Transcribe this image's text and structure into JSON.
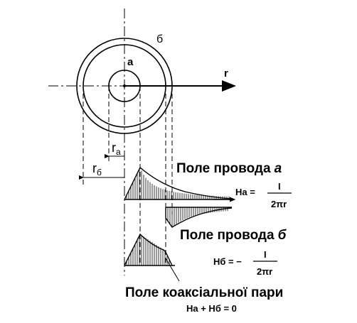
{
  "labels": {
    "inner_conductor": "a",
    "outer_conductor": "б",
    "radial_axis": "r",
    "radius_inner": "r",
    "radius_inner_sub": "a",
    "radius_outer": "r",
    "radius_outer_sub": "б"
  },
  "captions": {
    "field_a": "Поле провода",
    "field_a_letter": "a",
    "field_b": "Поле провода",
    "field_b_letter": "б",
    "field_pair": "Поле коаксіальної пари"
  },
  "formulas": {
    "Ha_lhs": "Ha =",
    "Ha_num": "I",
    "Ha_den": "2πr",
    "Hb_lhs": "Hб = −",
    "Hb_num": "I",
    "Hb_den": "2πr",
    "sum": "Ha + Hб = 0"
  },
  "colors": {
    "line": "#000000",
    "background": "#ffffff"
  }
}
